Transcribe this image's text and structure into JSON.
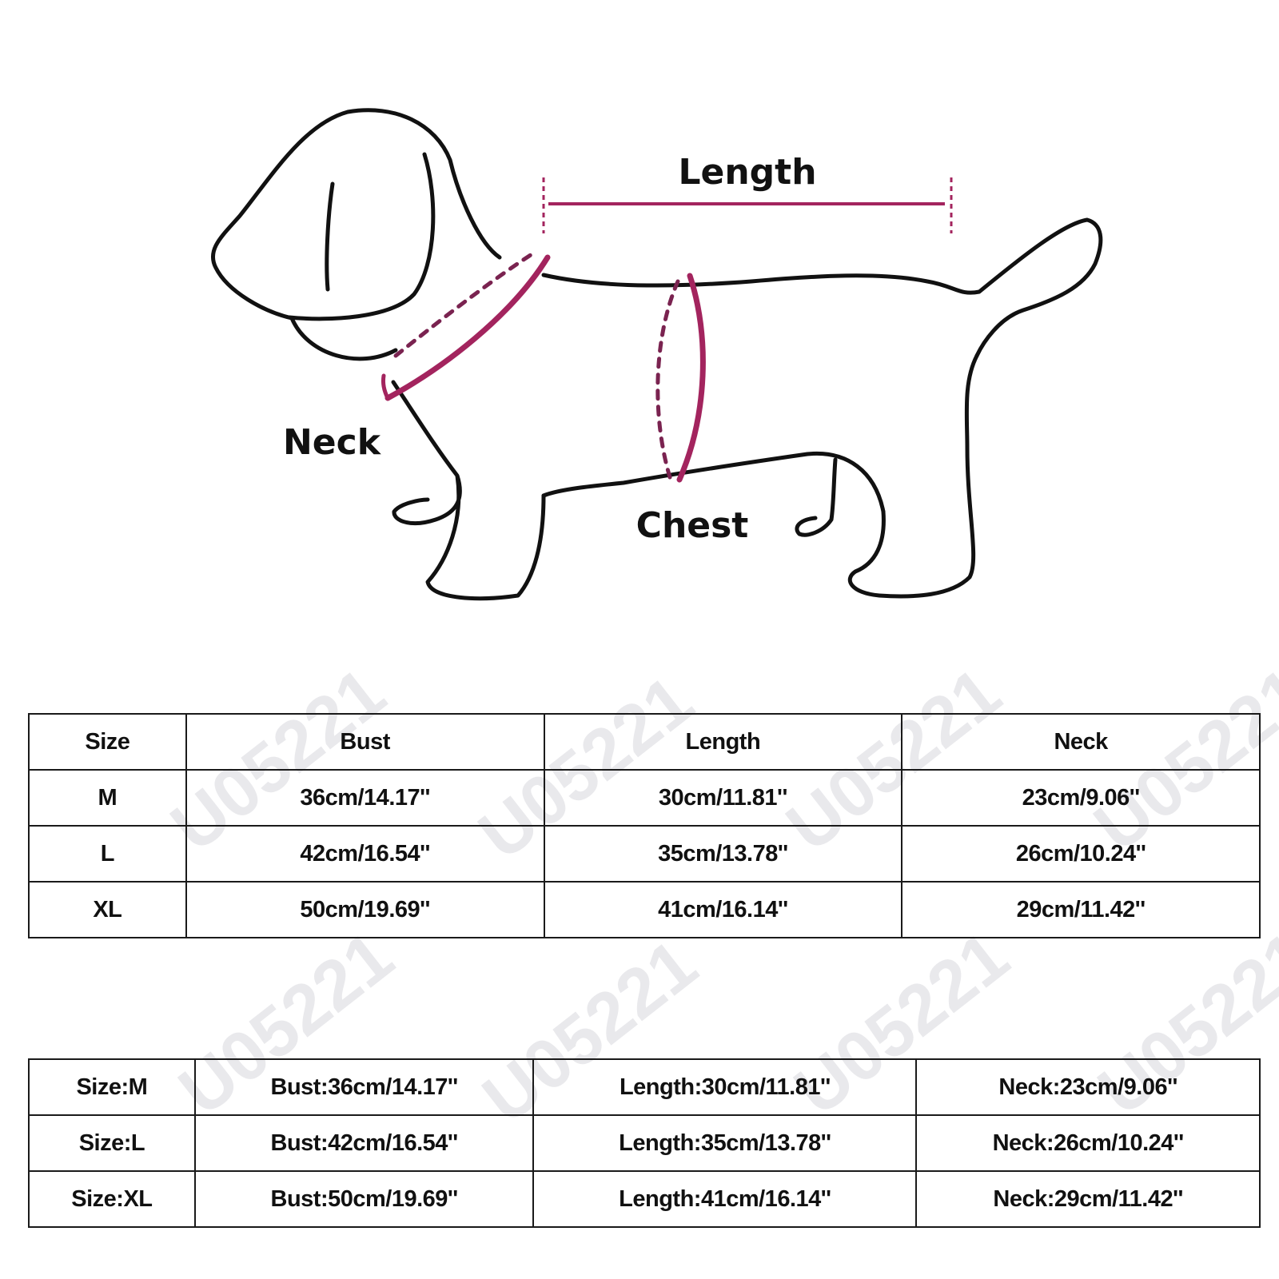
{
  "watermark": {
    "text": "U05221"
  },
  "diagram": {
    "labels": {
      "length": "Length",
      "neck": "Neck",
      "chest": "Chest"
    },
    "colors": {
      "outline": "#111111",
      "measure": "#a3245e"
    }
  },
  "table_one": {
    "headers": [
      "Size",
      "Bust",
      "Length",
      "Neck"
    ],
    "rows": [
      [
        "M",
        "36cm/14.17''",
        "30cm/11.81''",
        "23cm/9.06''"
      ],
      [
        "L",
        "42cm/16.54''",
        "35cm/13.78''",
        "26cm/10.24''"
      ],
      [
        "XL",
        "50cm/19.69''",
        "41cm/16.14''",
        "29cm/11.42''"
      ]
    ]
  },
  "table_two": {
    "rows": [
      [
        "Size:M",
        "Bust:36cm/14.17''",
        "Length:30cm/11.81''",
        "Neck:23cm/9.06''"
      ],
      [
        "Size:L",
        "Bust:42cm/16.54''",
        "Length:35cm/13.78''",
        "Neck:26cm/10.24''"
      ],
      [
        "Size:XL",
        "Bust:50cm/19.69''",
        "Length:41cm/16.14''",
        "Neck:29cm/11.42''"
      ]
    ]
  }
}
